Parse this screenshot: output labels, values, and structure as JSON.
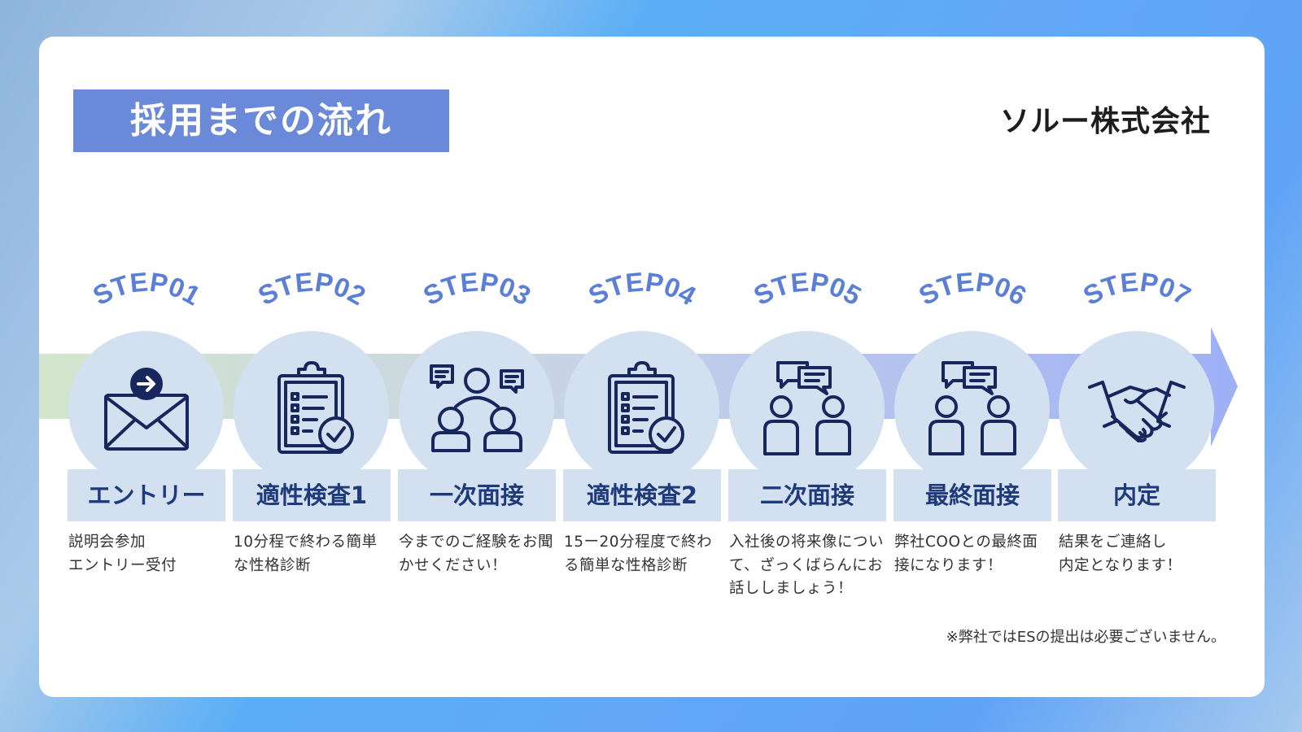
{
  "header": {
    "title": "採用までの流れ",
    "company": "ソルー株式会社"
  },
  "steps": [
    {
      "step_label": "STEP01",
      "name": "エントリー",
      "desc_lines": [
        "説明会参加",
        "エントリー受付"
      ],
      "icon": "envelope-arrow-icon"
    },
    {
      "step_label": "STEP02",
      "name": "適性検査1",
      "desc_lines": [
        "10分程で終わる簡単な性格診断"
      ],
      "icon": "clipboard-check-icon"
    },
    {
      "step_label": "STEP03",
      "name": "一次面接",
      "desc_lines": [
        "今までのご経験をお聞かせください！"
      ],
      "icon": "group-meeting-icon"
    },
    {
      "step_label": "STEP04",
      "name": "適性検査2",
      "desc_lines": [
        "15ー20分程度で終わる簡単な性格診断"
      ],
      "icon": "clipboard-check-icon"
    },
    {
      "step_label": "STEP05",
      "name": "二次面接",
      "desc_lines": [
        "入社後の将来像について、ざっくばらんにお話ししましょう！"
      ],
      "icon": "two-people-chat-icon"
    },
    {
      "step_label": "STEP06",
      "name": "最終面接",
      "desc_lines": [
        "弊社COOとの最終面接になります！"
      ],
      "icon": "two-people-chat-icon"
    },
    {
      "step_label": "STEP07",
      "name": "内定",
      "desc_lines": [
        "結果をご連絡し",
        "内定となります！"
      ],
      "icon": "handshake-icon"
    }
  ],
  "note": "※弊社ではESの提出は必要ございません。",
  "colors": {
    "title_bg": "#6a8ad9",
    "step_text": "#5b7fd6",
    "circle_bg": "#d2e0f0",
    "label_text": "#1e3a7a",
    "icon_stroke": "#17275e"
  }
}
